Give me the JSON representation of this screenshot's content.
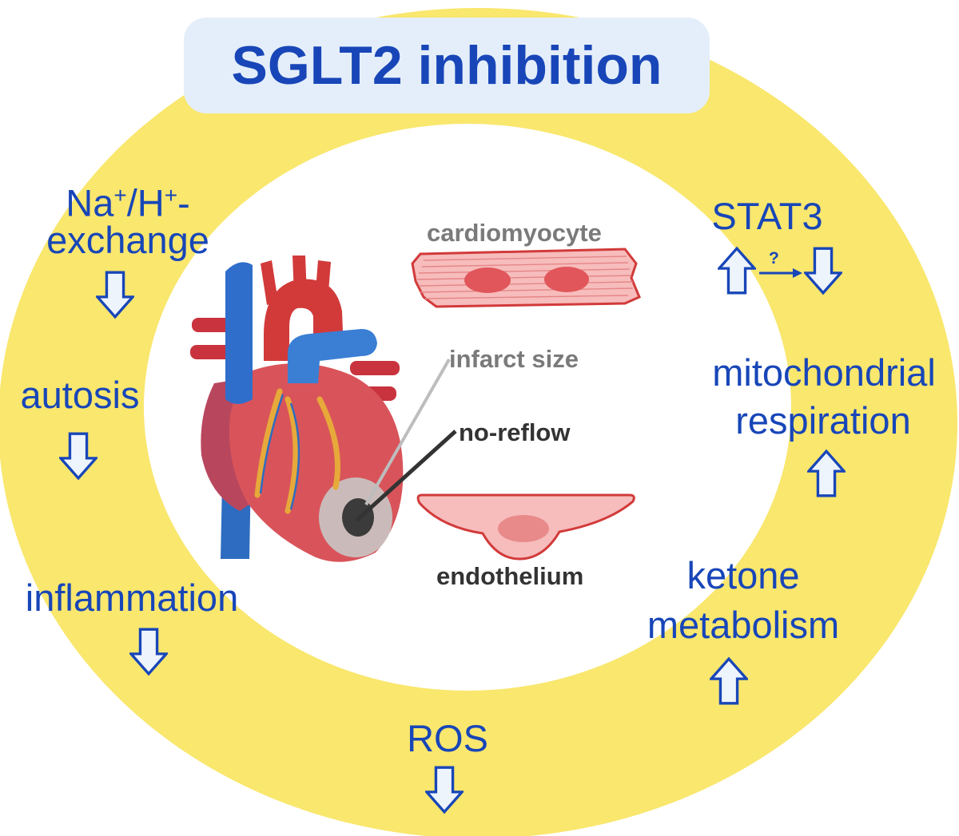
{
  "title": "SGLT2 inhibition",
  "colors": {
    "ring": "#f9e76e",
    "title_bg": "#e4eefa",
    "text_blue": "#1846b8",
    "arrow_fill": "#eef4fc",
    "gray_label": "#7a7a7a",
    "dark_label": "#333333"
  },
  "effects_left": [
    {
      "label": "exchange",
      "direction": "down"
    },
    {
      "label": "autosis",
      "direction": "down"
    },
    {
      "label": "inflammation",
      "direction": "down"
    }
  ],
  "na_h_label": {
    "na": "Na",
    "sup1": "+",
    "sep": "/H",
    "sup2": "+",
    "dash": "-"
  },
  "effect_bottom": {
    "label": "ROS",
    "direction": "down"
  },
  "effects_right": [
    {
      "label": "STAT3",
      "direction": "up-and-down"
    },
    {
      "label_line1": "mitochondrial",
      "label_line2": "respiration",
      "direction": "up"
    },
    {
      "label_line1": "ketone",
      "label_line2": "metabolism",
      "direction": "up"
    }
  ],
  "stat3_question": "?",
  "center": {
    "cardiomyocyte": "cardiomyocyte",
    "infarct_size": "infarct size",
    "no_reflow": "no-reflow",
    "endothelium": "endothelium"
  }
}
